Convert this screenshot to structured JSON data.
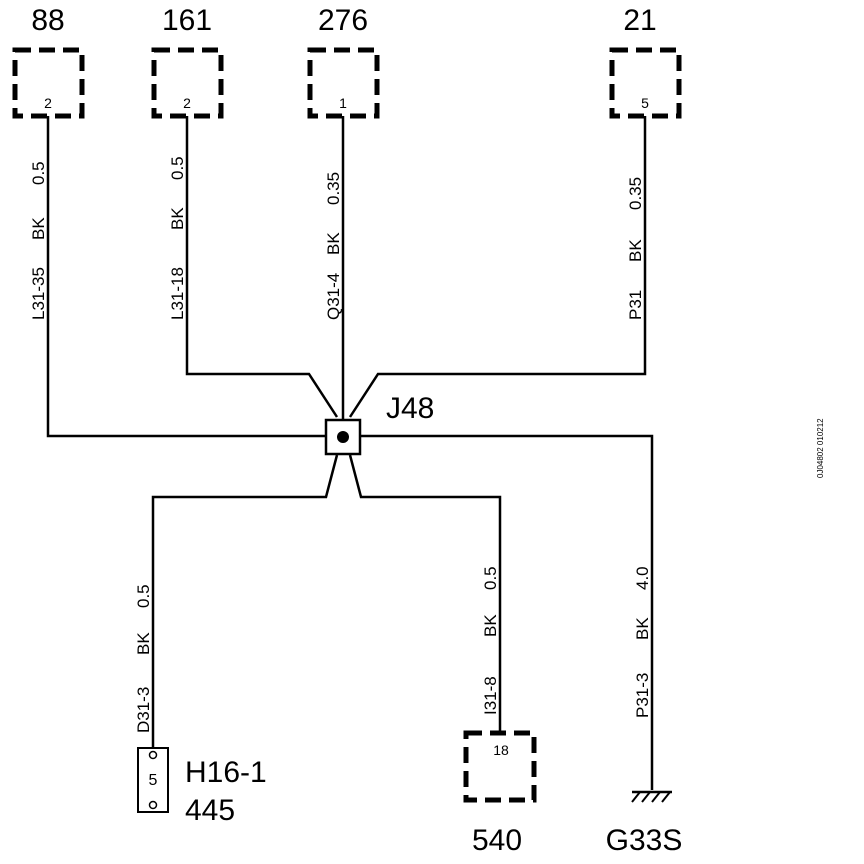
{
  "connectors": [
    {
      "id": "88",
      "pin": "2"
    },
    {
      "id": "161",
      "pin": "2"
    },
    {
      "id": "276",
      "pin": "1"
    },
    {
      "id": "21",
      "pin": "5"
    },
    {
      "id": "540",
      "pin": "18"
    }
  ],
  "wires": [
    {
      "code": "L31-35",
      "color": "BK",
      "size": "0.5"
    },
    {
      "code": "L31-18",
      "color": "BK",
      "size": "0.5"
    },
    {
      "code": "Q31-4",
      "color": "BK",
      "size": "0.35"
    },
    {
      "code": "P31",
      "color": "BK",
      "size": "0.35"
    },
    {
      "code": "D31-3",
      "color": "BK",
      "size": "0.5"
    },
    {
      "code": "I31-8",
      "color": "BK",
      "size": "0.5"
    },
    {
      "code": "P31-3",
      "color": "BK",
      "size": "4.0"
    }
  ],
  "junction": {
    "label": "J48"
  },
  "component": {
    "label": "H16-1",
    "number": "445",
    "pin": "5"
  },
  "ground": {
    "label": "G33S"
  },
  "figure_code": "0J04802 010212"
}
